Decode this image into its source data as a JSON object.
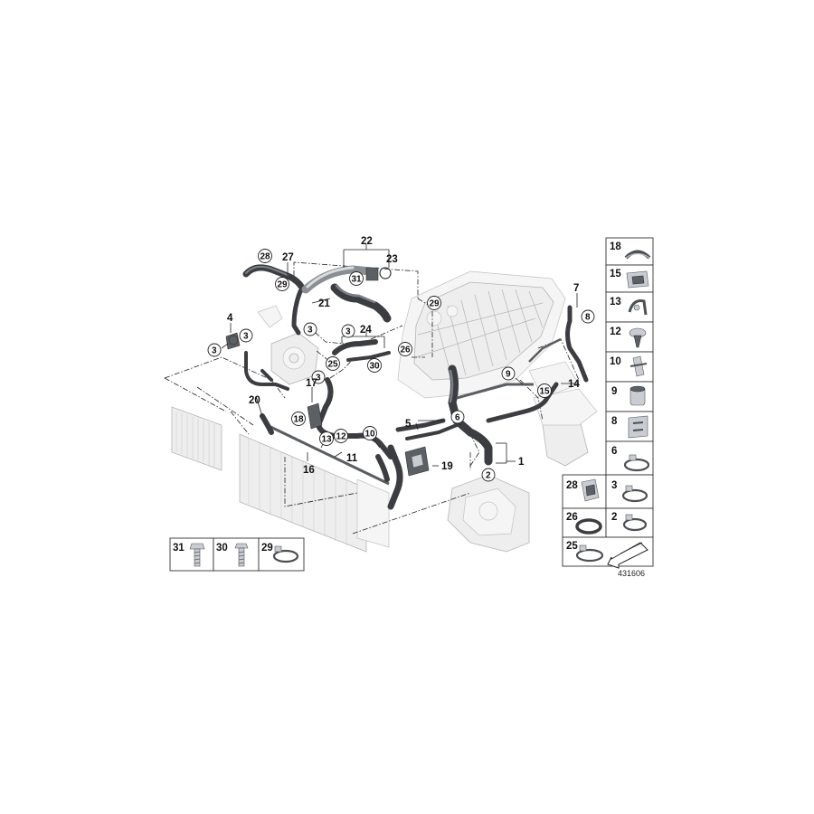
{
  "diagram": {
    "reference_number": "431606",
    "callouts": [
      {
        "id": "c22",
        "text": "22",
        "circled": false
      },
      {
        "id": "c23",
        "text": "23",
        "circled": false
      },
      {
        "id": "c28",
        "text": "28",
        "circled": true
      },
      {
        "id": "c27",
        "text": "27",
        "circled": false
      },
      {
        "id": "c31",
        "text": "31",
        "circled": true
      },
      {
        "id": "c29a",
        "text": "29",
        "circled": true
      },
      {
        "id": "c29b",
        "text": "29",
        "circled": true
      },
      {
        "id": "c21",
        "text": "21",
        "circled": false
      },
      {
        "id": "c4",
        "text": "4",
        "circled": false
      },
      {
        "id": "c3a",
        "text": "3",
        "circled": true
      },
      {
        "id": "c3b",
        "text": "3",
        "circled": true
      },
      {
        "id": "c3c",
        "text": "3",
        "circled": true
      },
      {
        "id": "c3d",
        "text": "3",
        "circled": true
      },
      {
        "id": "c3e",
        "text": "3",
        "circled": true
      },
      {
        "id": "c24",
        "text": "24",
        "circled": false
      },
      {
        "id": "c26",
        "text": "26",
        "circled": true
      },
      {
        "id": "c25",
        "text": "25",
        "circled": true
      },
      {
        "id": "c30",
        "text": "30",
        "circled": true
      },
      {
        "id": "c7",
        "text": "7",
        "circled": false
      },
      {
        "id": "c8",
        "text": "8",
        "circled": true
      },
      {
        "id": "c9",
        "text": "9",
        "circled": true
      },
      {
        "id": "c15",
        "text": "15",
        "circled": true
      },
      {
        "id": "c14",
        "text": "14",
        "circled": false
      },
      {
        "id": "c17",
        "text": "17",
        "circled": false
      },
      {
        "id": "c20",
        "text": "20",
        "circled": false
      },
      {
        "id": "c18",
        "text": "18",
        "circled": true
      },
      {
        "id": "c13",
        "text": "13",
        "circled": true
      },
      {
        "id": "c12",
        "text": "12",
        "circled": true
      },
      {
        "id": "c11",
        "text": "11",
        "circled": false
      },
      {
        "id": "c10",
        "text": "10",
        "circled": true
      },
      {
        "id": "c5",
        "text": "5",
        "circled": false
      },
      {
        "id": "c6",
        "text": "6",
        "circled": true
      },
      {
        "id": "c16",
        "text": "16",
        "circled": false
      },
      {
        "id": "c19",
        "text": "19",
        "circled": false
      },
      {
        "id": "c1",
        "text": "1",
        "circled": false
      },
      {
        "id": "c2",
        "text": "2",
        "circled": true
      }
    ]
  },
  "parts_legend_right": [
    {
      "number": "18",
      "icon": "hose-clip-long-icon"
    },
    {
      "number": "15",
      "icon": "double-clip-icon"
    },
    {
      "number": "13",
      "icon": "spring-clip-icon"
    },
    {
      "number": "12",
      "icon": "expanding-rivet-icon"
    },
    {
      "number": "10",
      "icon": "bracket-clip-icon"
    },
    {
      "number": "9",
      "icon": "quick-connector-icon"
    },
    {
      "number": "8",
      "icon": "holder-clip-icon"
    },
    {
      "number": "6",
      "icon": "hose-clamp-icon"
    },
    {
      "number": "28",
      "icon": "retainer-clip-icon"
    },
    {
      "number": "3",
      "icon": "hose-clamp-icon"
    },
    {
      "number": "26",
      "icon": "o-ring-icon"
    },
    {
      "number": "2",
      "icon": "hose-clamp-icon"
    },
    {
      "number": "25",
      "icon": "hose-clamp-icon"
    },
    {
      "number": "",
      "icon": "direction-arrow-icon"
    }
  ],
  "parts_legend_bottom": [
    {
      "number": "31",
      "icon": "hex-bolt-icon"
    },
    {
      "number": "30",
      "icon": "hex-bolt-icon"
    },
    {
      "number": "29",
      "icon": "hose-clamp-icon"
    }
  ]
}
